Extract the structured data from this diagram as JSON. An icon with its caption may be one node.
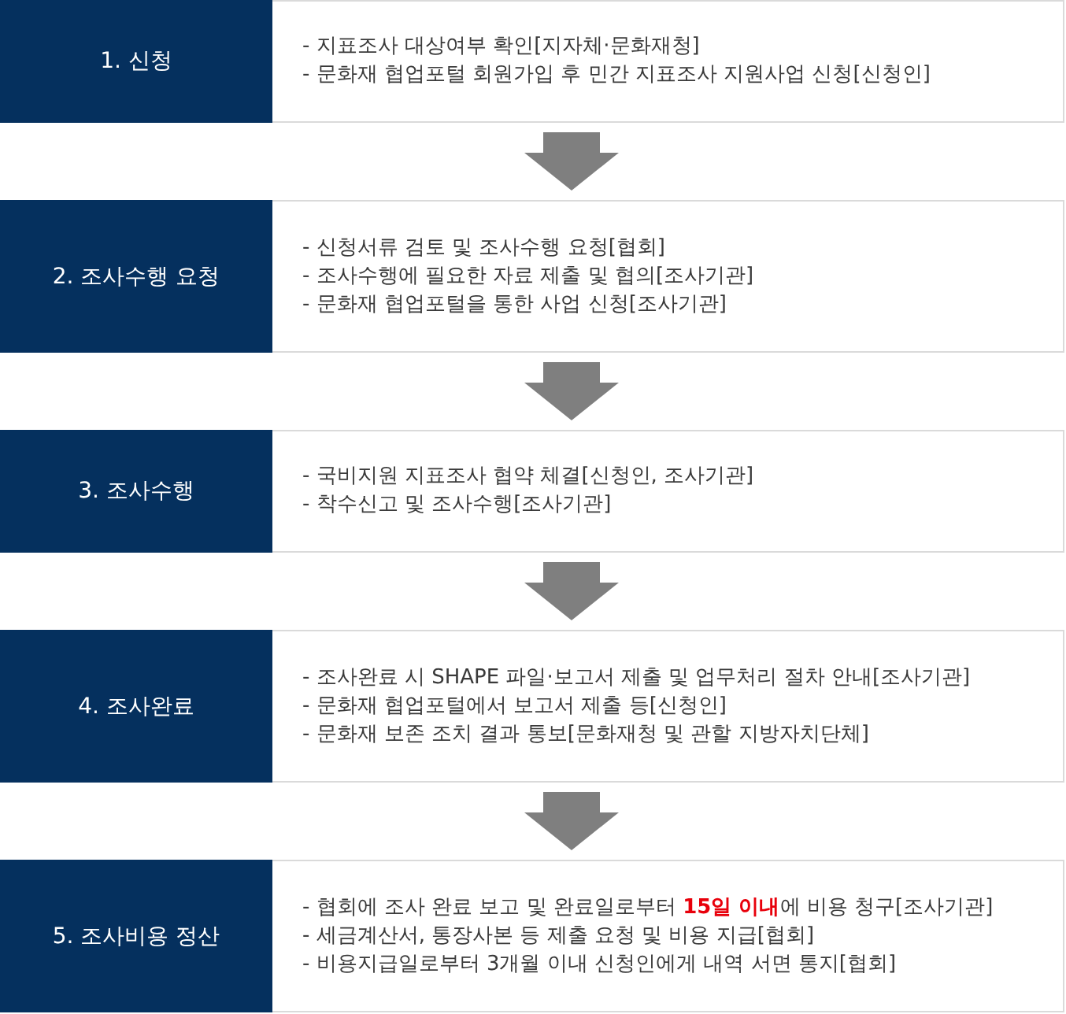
{
  "diagram": {
    "nodes": [
      {
        "text": [
          "1. 신청",
          "- 지표조사 대상여부 확인[지자체·문화재청]",
          "- 문화재 협업포털 회원가입 후 민간 지표조사 지원사업 신청[신청인]"
        ]
      },
      {
        "text": [
          "2. 조사수행 요청",
          "- 신청서류 검토 및 조사수행 요청[협회]",
          "- 조사수행에 필요한 자료 제출 및 협의[조사기관]",
          "- 문화재 협업포털을 통한 사업 신청[조사기관]"
        ]
      },
      {
        "text": [
          "3. 조사수행",
          "- 국비지원 지표조사 협약 체결[신청인, 조사기관]",
          "- 착수신고 및 조사수행[조사기관]"
        ]
      },
      {
        "text": [
          "4. 조사완료",
          "- 조사완료 시 SHAPE 파일·보고서 제출 및 업무처리 절차 안내[조사기관]",
          "- 문화재 협업포털에서 보고서 제출 등[신청인]",
          "- 문화재 보존 조치 결과 통보[문화재청 및 관할 지방자치단체]"
        ]
      },
      {
        "text": [
          "5. 조사비용 정산",
          "- 협회에 조사 완료 보고 및 완료일로부터 **15일 이내**에 비용 청구[조사기관]",
          "- 세금계산서, 통장사본 등 제출 요청 및 비용 지급[협회]",
          "- 비용지급일로부터 3개월 이내 신청인에게 내역 서면 통지[협회]"
        ]
      }
    ],
    "edges": [
      {
        "from": 0,
        "to": 1,
        "arrow": "to"
      },
      {
        "from": 1,
        "to": 2,
        "arrow": "to"
      },
      {
        "from": 2,
        "to": 3,
        "arrow": "to"
      },
      {
        "from": 3,
        "to": 4,
        "arrow": "to"
      }
    ]
  }
}
